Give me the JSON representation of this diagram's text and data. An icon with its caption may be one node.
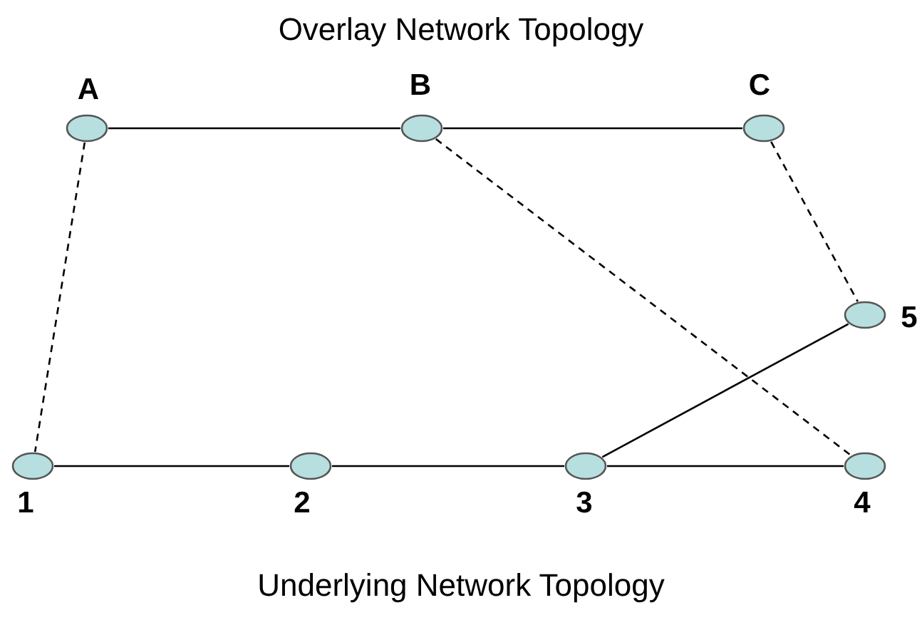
{
  "diagram": {
    "title": "Overlay Network Topology",
    "caption": "Underlying Network Topology",
    "nodes": [
      {
        "text": [],
        "shape": "circle",
        "beside": [
          "A"
        ]
      },
      {
        "text": [],
        "shape": "circle",
        "beside": [
          "B"
        ]
      },
      {
        "text": [],
        "shape": "circle",
        "beside": [
          "C"
        ]
      },
      {
        "text": [],
        "shape": "circle",
        "beside": [
          "5"
        ]
      },
      {
        "text": [],
        "shape": "circle",
        "beside": [
          "1"
        ]
      },
      {
        "text": [],
        "shape": "circle",
        "beside": [
          "2"
        ]
      },
      {
        "text": [],
        "shape": "circle",
        "beside": [
          "3"
        ]
      },
      {
        "text": [],
        "shape": "circle",
        "beside": [
          "4"
        ]
      }
    ],
    "edges": [
      {
        "from": 0,
        "to": 1,
        "arrow": "none"
      },
      {
        "from": 1,
        "to": 2,
        "arrow": "none"
      },
      {
        "from": 0,
        "to": 4,
        "arrow": "none",
        "style": "dashed"
      },
      {
        "from": 1,
        "to": 7,
        "arrow": "none",
        "style": "dashed"
      },
      {
        "from": 2,
        "to": 3,
        "arrow": "none",
        "style": "dashed"
      },
      {
        "from": 4,
        "to": 5,
        "arrow": "none"
      },
      {
        "from": 5,
        "to": 6,
        "arrow": "none"
      },
      {
        "from": 6,
        "to": 7,
        "arrow": "none"
      },
      {
        "from": 6,
        "to": 3,
        "arrow": "none"
      }
    ]
  }
}
